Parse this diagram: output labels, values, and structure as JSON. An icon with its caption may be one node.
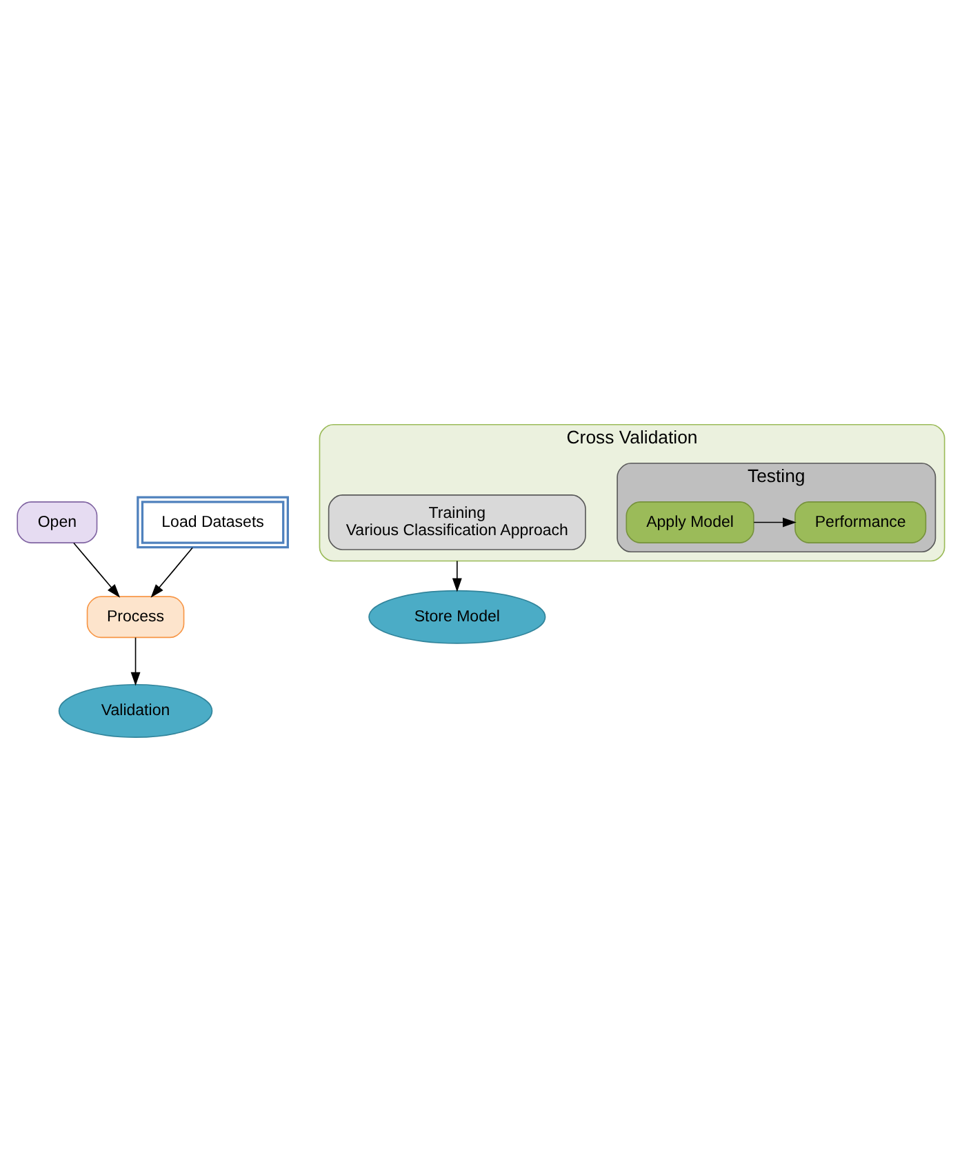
{
  "diagram": {
    "nodes": [
      {
        "text": [
          "Open"
        ]
      },
      {
        "text": [
          "Load Datasets"
        ]
      },
      {
        "text": [
          "Process"
        ]
      },
      {
        "text": [
          "Validation"
        ]
      },
      {
        "text": [
          "Cross Validation"
        ]
      },
      {
        "text": [
          "Training",
          "Various Classification Approach"
        ],
        "in": 4
      },
      {
        "text": [
          "Testing"
        ],
        "in": 4
      },
      {
        "text": [
          "Apply Model"
        ],
        "in": 6
      },
      {
        "text": [
          "Performance"
        ],
        "in": 6
      },
      {
        "text": [
          "Store Model"
        ]
      }
    ],
    "edges": [
      {
        "from": 0,
        "to": 2,
        "arrow": "to"
      },
      {
        "from": 1,
        "to": 2,
        "arrow": "to"
      },
      {
        "from": 2,
        "to": 3,
        "arrow": "to"
      },
      {
        "from": 7,
        "to": 8,
        "arrow": "to"
      },
      {
        "from": 4,
        "to": 9,
        "arrow": "to"
      }
    ]
  }
}
